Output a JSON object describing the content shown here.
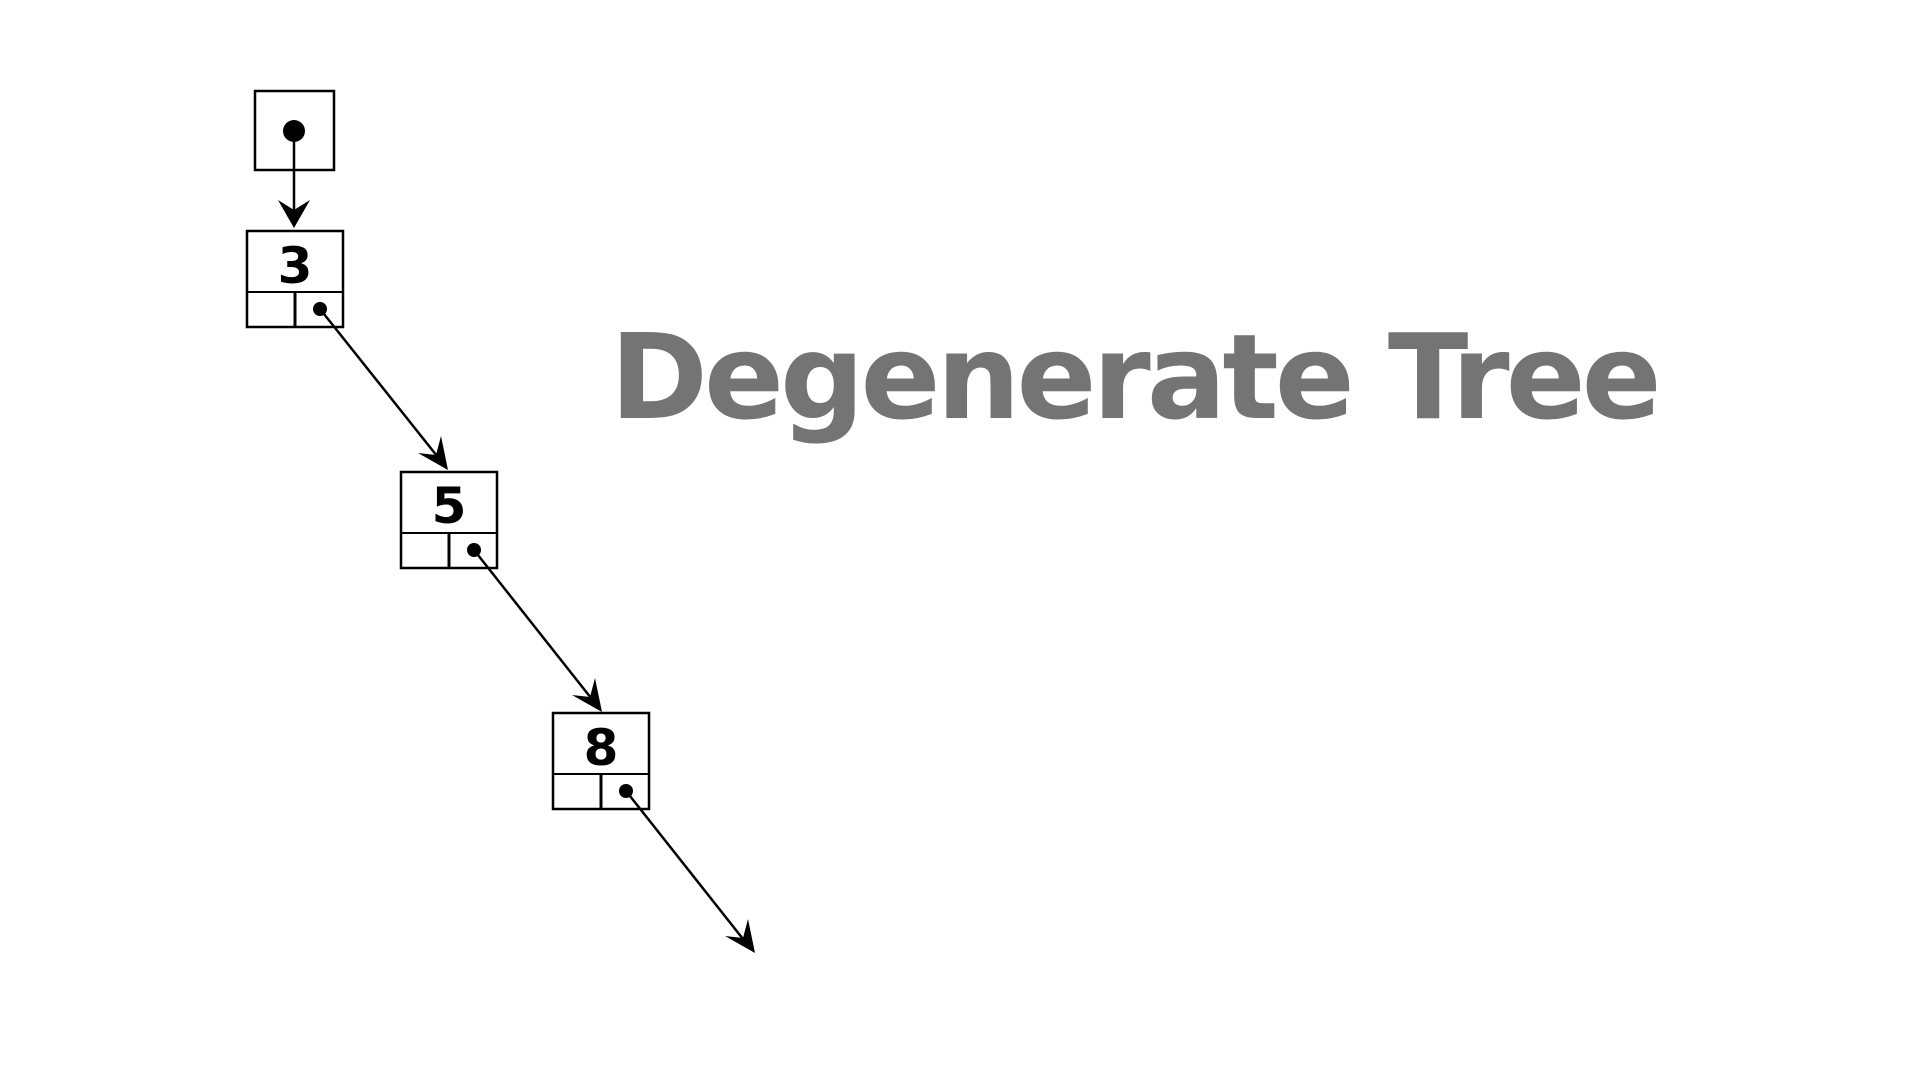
{
  "title": "Degenerate Tree",
  "root_pointer": {
    "icon": "pointer-dot-icon"
  },
  "nodes": [
    {
      "value": "3",
      "left_child": "empty",
      "right_child": "pointer"
    },
    {
      "value": "5",
      "left_child": "empty",
      "right_child": "pointer"
    },
    {
      "value": "8",
      "left_child": "empty",
      "right_child": "pointer"
    }
  ],
  "colors": {
    "title": "#747474",
    "stroke": "#000000",
    "background": "#ffffff"
  }
}
